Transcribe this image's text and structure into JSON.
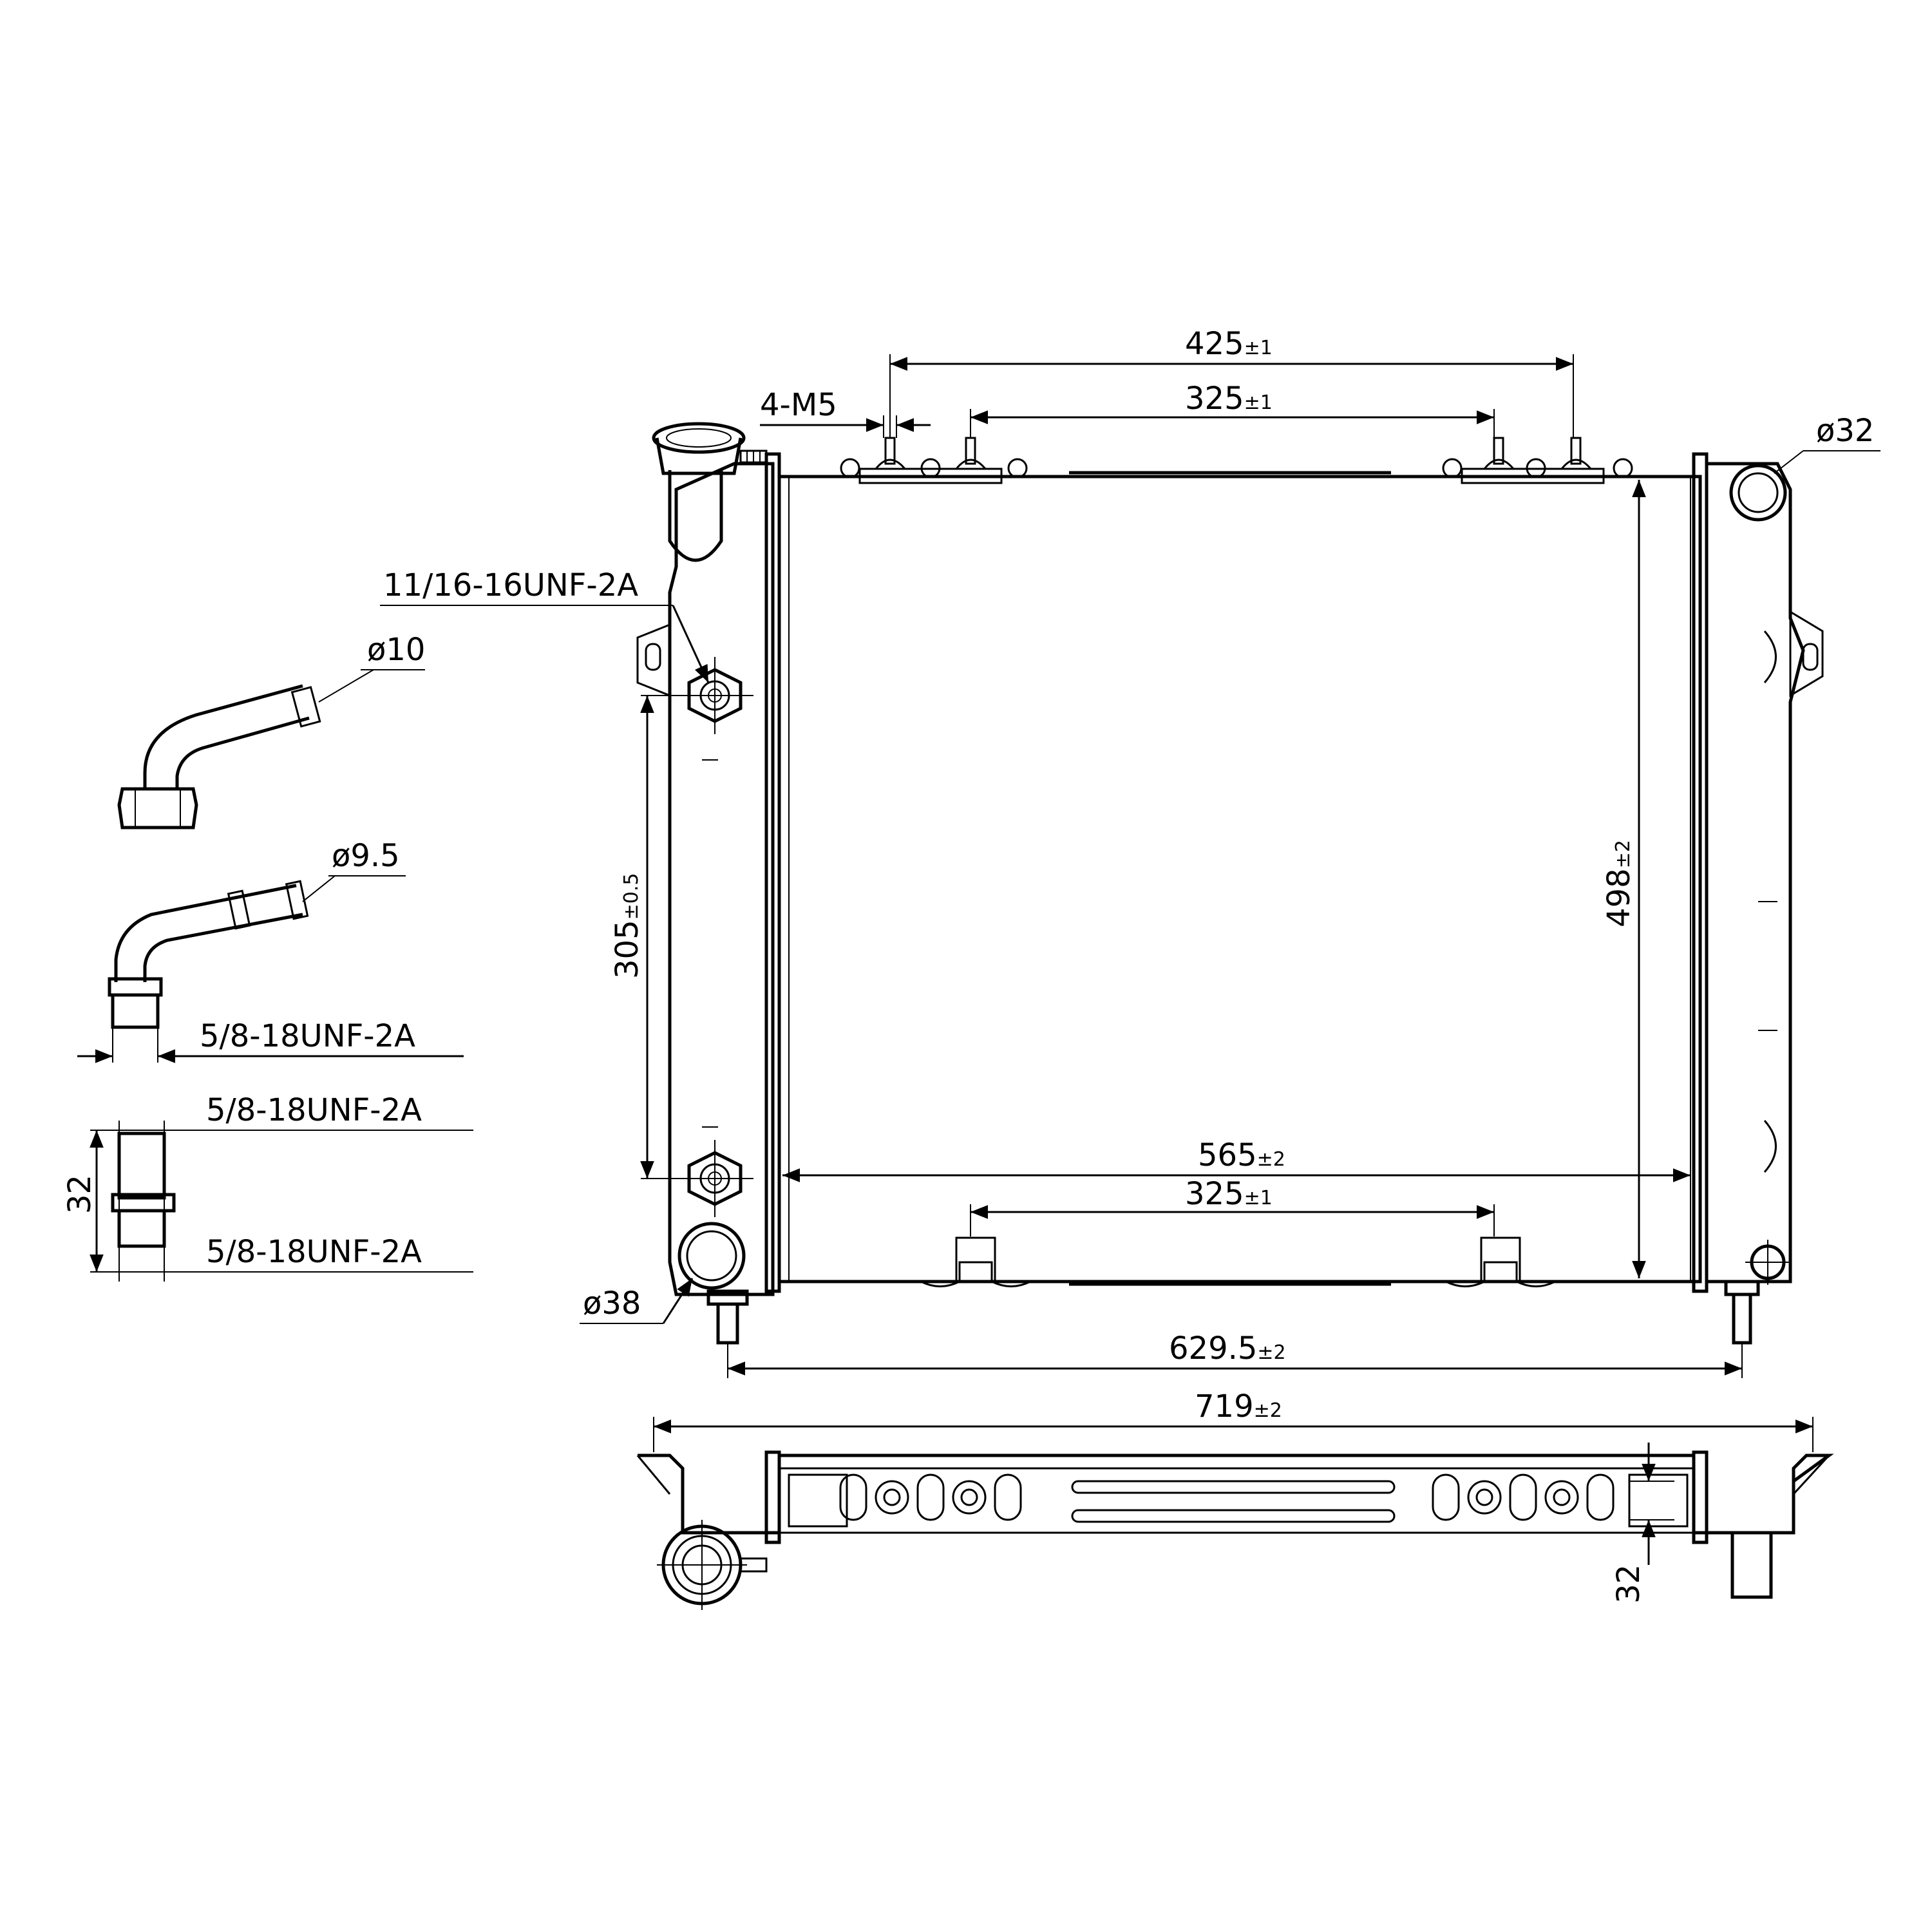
{
  "dimensions": {
    "top_overall": {
      "value": "425",
      "tol": "±1"
    },
    "top_mount": {
      "value": "325",
      "tol": "±1"
    },
    "bolt_spec": "4-M5",
    "outlet_dia": "ø32",
    "fitting_thread": "11/16-16UNF-2A",
    "tube_dia_10": "ø10",
    "tube_dia_95": "ø9.5",
    "fitting_1": "5/8-18UNF-2A",
    "fitting_2_top": "5/8-18UNF-2A",
    "fitting_2_bottom": "5/8-18UNF-2A",
    "fitting_2_len": "32",
    "core_height": {
      "value": "305",
      "tol": "±0.5"
    },
    "tank_height": {
      "value": "498",
      "tol": "±2"
    },
    "core_width": {
      "value": "565",
      "tol": "±2"
    },
    "bottom_mount": {
      "value": "325",
      "tol": "±1"
    },
    "inlet_dia": "ø38",
    "pin_spacing": {
      "value": "629.5",
      "tol": "±2"
    },
    "overall_width": {
      "value": "719",
      "tol": "±2"
    },
    "core_depth": "32"
  }
}
